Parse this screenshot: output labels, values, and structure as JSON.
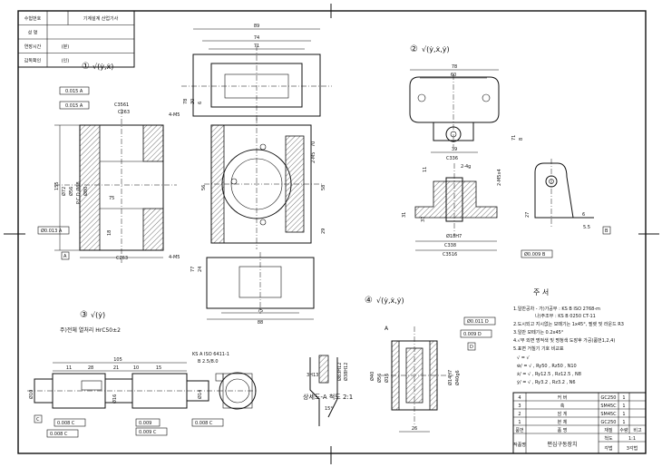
{
  "header_table": {
    "rows": [
      {
        "label": "수험번호",
        "value": ""
      },
      {
        "label": "성 명",
        "value": ""
      },
      {
        "label": "연장시간",
        "value": "(분)"
      },
      {
        "label": "감독확인",
        "value": "(인)"
      }
    ],
    "exam_title": "기계설계 산업기사"
  },
  "view1": {
    "number": "①",
    "finish": "√(ẏ,ẋ)",
    "dims": {
      "d89": "89",
      "d74": "74",
      "d71": "71",
      "d78": "78",
      "d30": "30",
      "d6": "6",
      "d155": "155",
      "d70": "70",
      "d58": "58",
      "d56": "56",
      "d29": "29",
      "d75": "75",
      "d18": "18",
      "d10": "10",
      "d24": "24",
      "d77": "77",
      "d88": "88",
      "c263a": "C263",
      "c263b": "C263",
      "c3561": "C3561",
      "m5a": "4-M5",
      "m5b": "4-M5",
      "m5c": "2-M5",
      "phi72": "Ø72",
      "phi56": "Ø56",
      "phi68": "P.C.D.Ø68",
      "phi80": "Ø80",
      "phi180": "Ø180H7"
    },
    "tol": {
      "t1": "0.015 A",
      "t2": "0.015 A",
      "t3": "Ø0.013 A"
    },
    "datum": "A"
  },
  "view2": {
    "number": "②",
    "finish": "√(ẏ,ẋ,ẏ)",
    "dims": {
      "d78": "78",
      "d60": "60",
      "d71": "71",
      "d8": "8",
      "d39": "39",
      "c336": "C336",
      "d4": "2-4ɡ",
      "d11": "11",
      "d31": "31",
      "d37": "37",
      "phi18": "Ø18H7",
      "c338": "C338",
      "c3516": "C3516",
      "m5": "2-M5x4",
      "d55": "5.5",
      "d27": "27",
      "d6": "6"
    },
    "tol": {
      "t1": "Ø0.009 B"
    },
    "datum": "B"
  },
  "view3": {
    "number": "③",
    "finish": "√(ẏ)",
    "heat": "주)전체 열처리 HrC50±2",
    "dims": {
      "d105": "105",
      "d28": "28",
      "d11": "11",
      "d21": "21",
      "d10": "10",
      "d15": "15",
      "ks": "KS A ISO 6411-1",
      "b25": "B 2.5/8.0",
      "phi10": "Ø10",
      "phi16": "Ø16",
      "phi14": "Ø14"
    },
    "tol": {
      "t1": "0.008 C",
      "t2": "0.009",
      "t3": "0.009 C",
      "t4": "0.008 C",
      "t5": "0.008 C"
    },
    "datum": "C",
    "detail": "상세도-A 척도 2:1",
    "detail_dims": {
      "a": "3H13",
      "b": "Ø83H12",
      "c": "Ø38H12",
      "ang": "15°"
    }
  },
  "view4": {
    "number": "④",
    "finish": "√(ẏ,ẋ,ẏ)",
    "dims": {
      "a": "A",
      "phi40": "Ø40",
      "phi56": "Ø56",
      "phi16": "Ø16",
      "phi14": "Ø14H7",
      "phi40b": "Ø40g6",
      "d26": "26"
    },
    "tol": {
      "t1": "Ø0.011 D",
      "t2": "0.009 D"
    },
    "datum": "D"
  },
  "notes": {
    "title": "주 서",
    "lines": [
      "1.일반공차 - 가)가공부 : KS B ISO 2768-m",
      "나)주조부 : KS B 0250 CT-11",
      "2.도시되고 지시없는 모떼기는 1x45°, 필렛 및 라운드 R3",
      "3.일반 모떼기는 0.2x45°",
      "4.√부 외면 명적색 및 명청색 도장후 가공(품번1,2,4)",
      "5.표면 거칠기 기호 비교표",
      "√ =  √",
      "ẇ/ = √  ,  Ry50  ,  Rz50  ,  N10",
      "ẋ/ = √  ,  Ry12.5  ,  Rz12.5  ,  N8",
      "ẏ/ = √  ,  Ry3.2  ,  Rz3.2  ,  N6"
    ]
  },
  "parts_list": {
    "rows": [
      {
        "no": "4",
        "name": "커 버",
        "material": "GC250",
        "qty": "1",
        "note": ""
      },
      {
        "no": "3",
        "name": "축",
        "material": "SM45C",
        "qty": "1",
        "note": ""
      },
      {
        "no": "2",
        "name": "암 게",
        "material": "SM45C",
        "qty": "1",
        "note": ""
      },
      {
        "no": "1",
        "name": "본 체",
        "material": "GC250",
        "qty": "1",
        "note": ""
      }
    ],
    "header": {
      "no": "품번",
      "name": "품 명",
      "material": "재질",
      "qty": "수량",
      "note": "비고"
    },
    "title_label": "작품명",
    "title": "편심구동장치",
    "scale_label": "척도",
    "scale": "1:1",
    "proj_label": "각법",
    "proj": "3각법"
  }
}
